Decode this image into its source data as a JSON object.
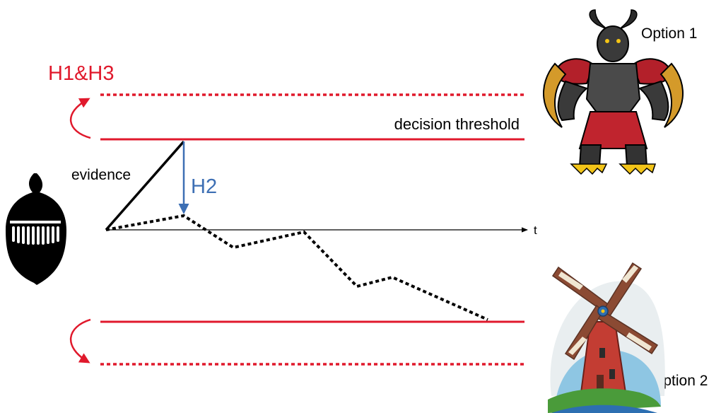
{
  "labels": {
    "hypothesis_top": "H1&H3",
    "threshold": "decision threshold",
    "evidence": "evidence",
    "hypothesis_middle": "H2",
    "time_axis": "t",
    "option_top": "Option 1",
    "option_bottom": "Option 2"
  },
  "icons": {
    "agent": "knight-helmet-icon",
    "option_top": "demon-monster-icon",
    "option_bottom": "windmill-icon"
  },
  "colors": {
    "threshold": "#e0192c",
    "h2_arrow": "#3d6fb4",
    "evidence": "#000000"
  }
}
